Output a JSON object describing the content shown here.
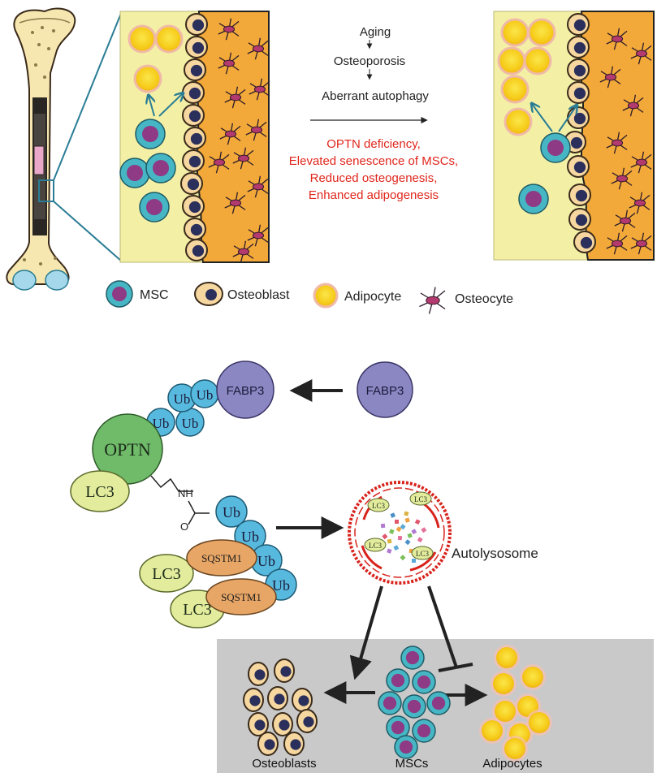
{
  "top_panel": {
    "flow_steps": [
      "Aging",
      "Osteoporosis",
      "Aberrant autophagy"
    ],
    "outcomes": [
      "OPTN deficiency,",
      "Elevated senescence of MSCs,",
      "Reduced osteogenesis,",
      "Enhanced adipogenesis"
    ]
  },
  "legend": {
    "msc": "MSC",
    "osteoblast": "Osteoblast",
    "adipocyte": "Adipocyte",
    "osteocyte": "Osteocyte"
  },
  "mechanism": {
    "fabp3_bound": "FABP3",
    "fabp3_free": "FABP3",
    "ub": "Ub",
    "optn": "OPTN",
    "lc3": "LC3",
    "nh": "NH",
    "o": "O",
    "sqstm1": "SQSTM1",
    "autolysosome": "Autolysosome"
  },
  "outcome_panel": {
    "osteoblasts": "Osteoblasts",
    "mscs": "MSCs",
    "adipocytes": "Adipocytes"
  },
  "colors": {
    "marrow": "#f3f0a6",
    "bone": "#f2a93a",
    "msc_outer": "#46b6c4",
    "msc_inner": "#8e3a84",
    "osteoblast_fill": "#f6d7a0",
    "osteoblast_nucleus": "#2b2f5b",
    "adipocyte": "#f8d21c",
    "red_text": "#e0261c",
    "ub": "#58b9df",
    "fabp3": "#8b87c3",
    "optn": "#70bb69",
    "lc3": "#e3ec9c",
    "sqstm1": "#e7a666",
    "panel_gray": "#c9c9c9"
  }
}
